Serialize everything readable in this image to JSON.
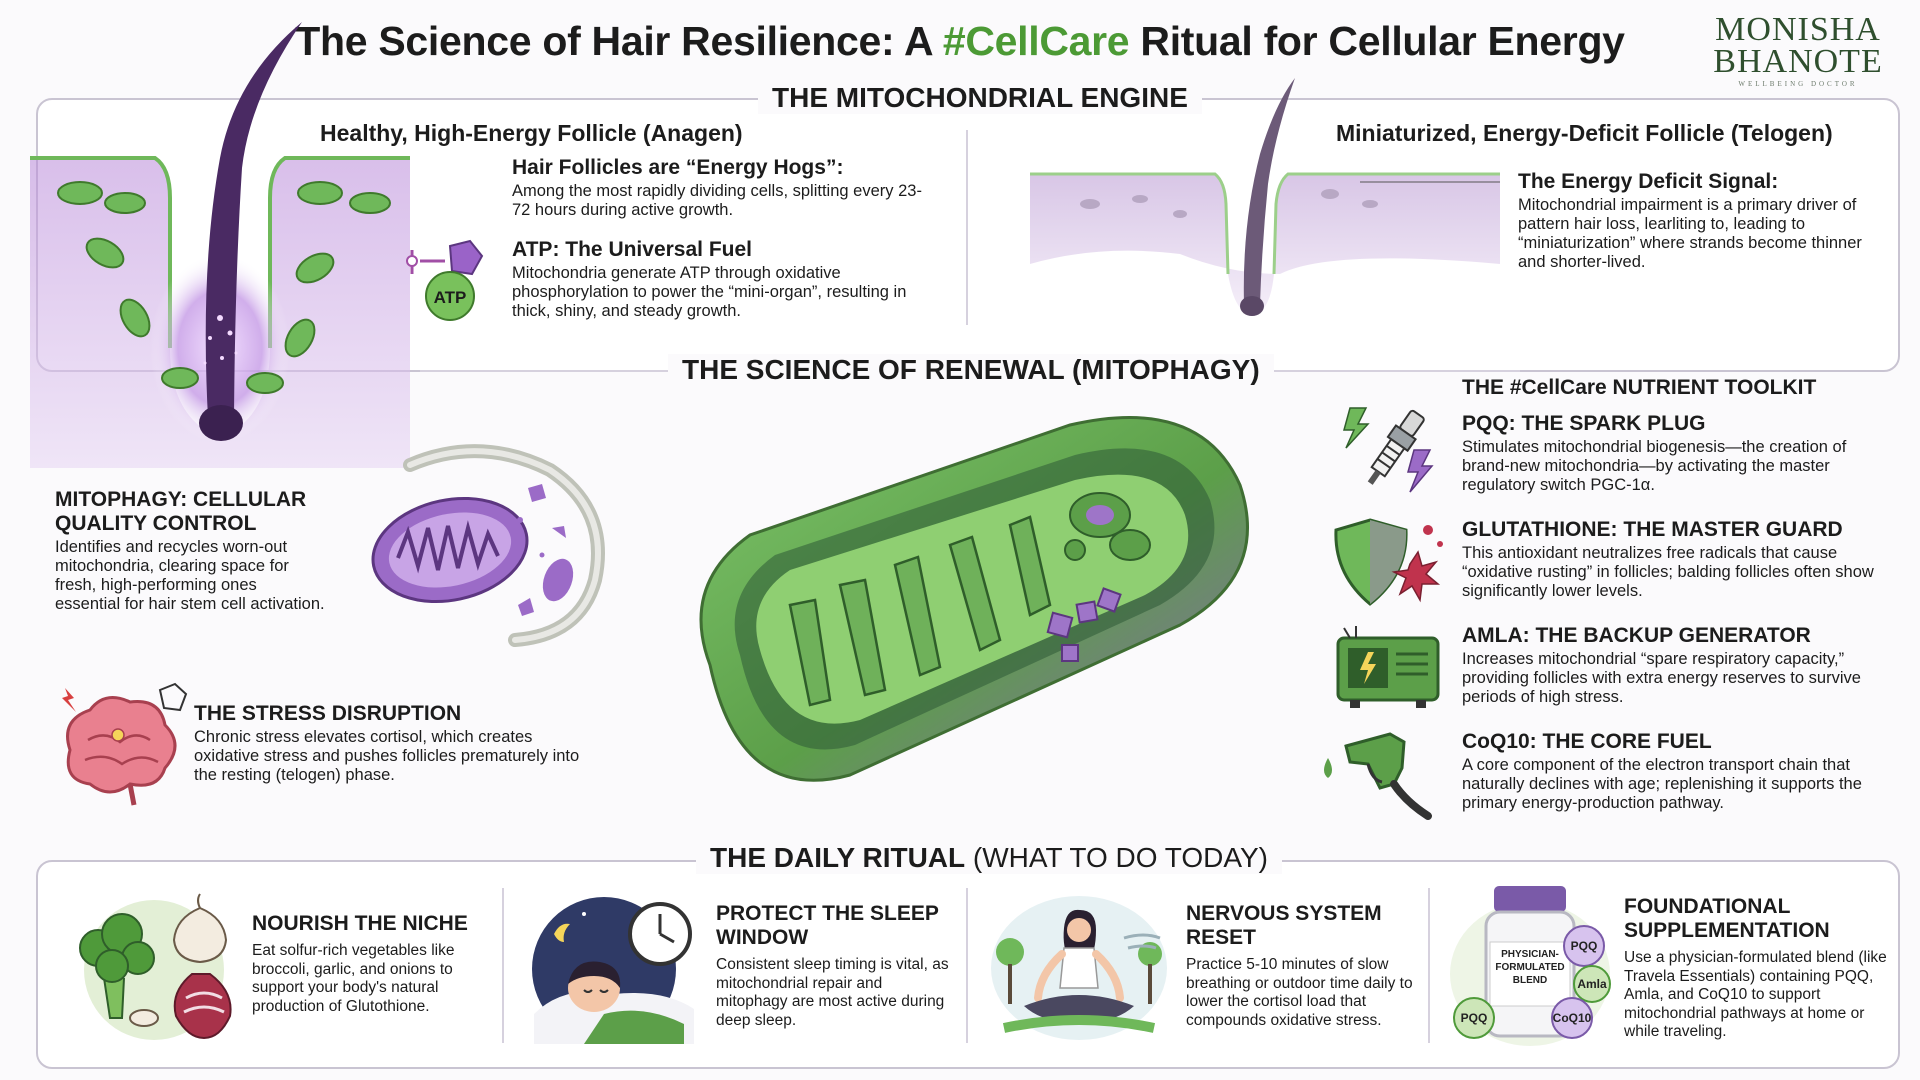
{
  "title": {
    "part1": "The Science of Hair Resilience: A ",
    "accent": "#CellCare",
    "part2": " Ritual for Cellular Energy",
    "accent_color": "#4c9a35"
  },
  "logo": {
    "line1": "MONISHA",
    "line2": "BHANOTE",
    "tagline": "WELLBEING DOCTOR"
  },
  "engine": {
    "section_title": "THE MITOCHONDRIAL ENGINE",
    "healthy": {
      "heading": "Healthy, High-Energy Follicle (Anagen)",
      "hogs_title": "Hair Follicles are “Energy Hogs”:",
      "hogs_text": "Among the most rapidly dividing cells, splitting every 23-72 hours during active growth.",
      "atp_badge": "ATP",
      "atp_title": "ATP: The Universal Fuel",
      "atp_text": "Mitochondria generate ATP through oxidative phosphorylation to power the “mini-organ”, resulting in thick, shiny, and steady growth."
    },
    "deficit": {
      "heading": "Miniaturized, Energy-Deficit Follicle (Telogen)",
      "signal_title": "The Energy Deficit Signal:",
      "signal_text": "Mitochondrial impairment is a primary driver of pattern hair loss, learliting to, leading to “miniaturization” where strands become thinner and shorter-lived."
    }
  },
  "renewal": {
    "section_title": "THE SCIENCE OF RENEWAL (MITOPHAGY)",
    "mitophagy_title": "MITOPHAGY: CELLULAR QUALITY CONTROL",
    "mitophagy_text": "Identifies and recycles worn-out mitochondria, clearing space for fresh, high-performing ones essential for hair stem cell activation.",
    "stress_title": "THE STRESS DISRUPTION",
    "stress_text": "Chronic stress elevates cortisol, which creates oxidative stress and pushes follicles prematurely into the resting (telogen) phase."
  },
  "toolkit": {
    "title": "THE #CellCare NUTRIENT TOOLKIT",
    "items": [
      {
        "name": "PQQ: THE SPARK PLUG",
        "text": "Stimulates mitochondrial biogenesis—the creation of brand-new mitochondria—by activating the master regulatory switch PGC-1α.",
        "icon": "spark-plug-icon"
      },
      {
        "name": "GLUTATHIONE: THE MASTER GUARD",
        "text": "This antioxidant neutralizes free radicals that cause “oxidative rusting” in follicles; balding follicles often show significantly lower levels.",
        "icon": "shield-icon"
      },
      {
        "name": "AMLA: THE BACKUP GENERATOR",
        "text": "Increases mitochondrial “spare respiratory capacity,” providing follicles with extra energy reserves to survive periods of high stress.",
        "icon": "generator-icon"
      },
      {
        "name": "CoQ10: THE CORE FUEL",
        "text": "A core component of the electron transport chain that naturally declines with age; replenishing it supports the primary energy-production pathway.",
        "icon": "fuel-nozzle-icon"
      }
    ]
  },
  "ritual": {
    "title_bold": "THE DAILY RITUAL",
    "title_light": " (WHAT TO DO TODAY)",
    "cards": [
      {
        "title": "NOURISH THE NICHE",
        "text": "Eat solfur-rich vegetables like broccoli, garlic, and onions to support your body's natural production of Glutothione.",
        "icon": "vegetables-icon"
      },
      {
        "title": "PROTECT THE SLEEP WINDOW",
        "text": "Consistent sleep timing is vital, as mitochondrial repair and mitophagy are most active during deep sleep.",
        "icon": "sleep-clock-icon"
      },
      {
        "title": "NERVOUS SYSTEM RESET",
        "text": "Practice 5-10 minutes of slow breathing or outdoor time daily to lower the cortisol load that compounds oxidative stress.",
        "icon": "meditation-icon"
      },
      {
        "title": "FOUNDATIONAL SUPPLEMENTATION",
        "text": "Use a physician-formulated blend (like Travela Essentials) containing PQQ, Amla, and CoQ10 to support mitochondrial pathways at home or while traveling.",
        "icon": "supplement-bottle-icon"
      }
    ],
    "bottle_label": "PHYSICIAN-FORMULATED BLEND",
    "pill_labels": [
      "PQQ",
      "Amla",
      "CoQ10",
      "PQQ"
    ]
  },
  "colors": {
    "purple": "#8a56b8",
    "green": "#5aa040",
    "border": "#c9c4d2"
  }
}
